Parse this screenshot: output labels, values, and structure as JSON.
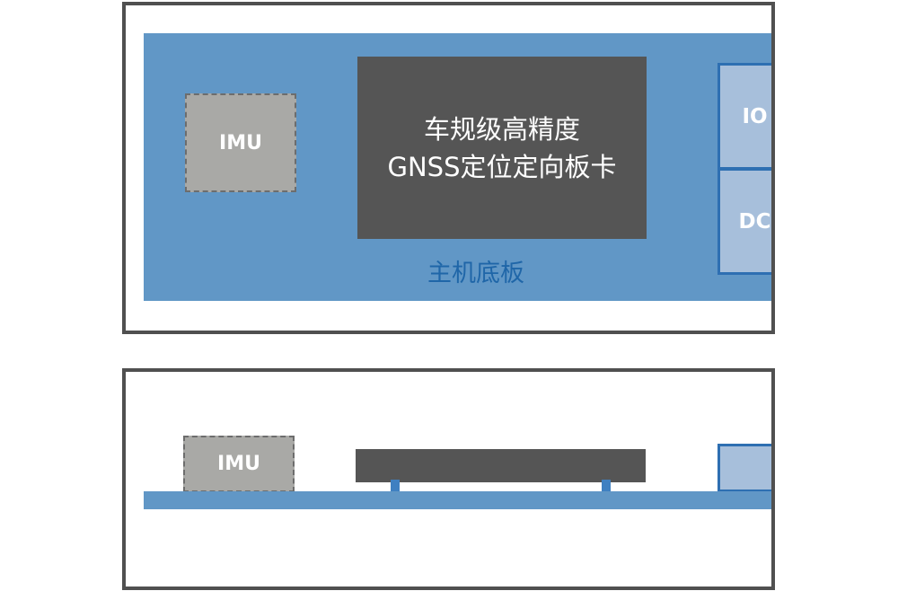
{
  "top_view": {
    "imu_label": "IMU",
    "card_line1": "车规级高精度",
    "card_line2": "GNSS定位定向板卡",
    "board_label": "主机底板",
    "port_io_label": "IO",
    "port_dc_label": "DC"
  },
  "side_view": {
    "imu_label": "IMU"
  },
  "colors": {
    "frame_border": "#505050",
    "board": "#6197c6",
    "card": "#555555",
    "imu": "#a9a9a6",
    "port_fill": "#a7bfdb",
    "port_border": "#2e6fb2",
    "board_label_text": "#1f66a8"
  }
}
